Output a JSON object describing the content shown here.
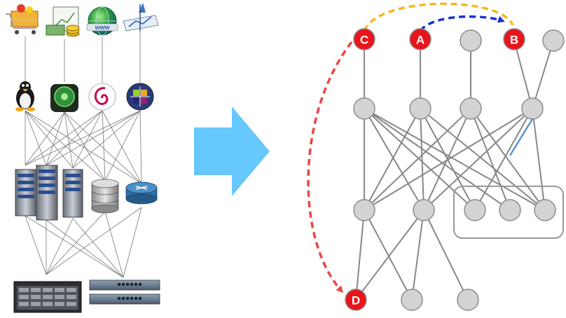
{
  "colors": {
    "edge_left": "#777777",
    "edge_right": "#888888",
    "node_fill": "#d3d3d3",
    "node_stroke": "#8c8c8c",
    "highlight_node": "#e8151c",
    "arrow_fill": "#66c8fb",
    "dashed_orange": "#f4b81e",
    "dashed_blue": "#1b2fd8",
    "dashed_red": "#ee4444",
    "accent_edge": "#5b8ed6"
  },
  "left_panel": {
    "applications": [
      "shopping-cart-icon",
      "finance-report-icon",
      "web-globe-icon",
      "analytics-chart-icon"
    ],
    "operating_systems": [
      "linux-tux-icon",
      "green-os-icon",
      "debian-icon",
      "centos-icon"
    ],
    "infrastructure": [
      "server-rack-icon",
      "server-tower-icon",
      "server-rack-small-icon",
      "database-icon",
      "router-icon"
    ],
    "hardware": [
      "storage-array-icon",
      "network-switch-icon"
    ]
  },
  "transform_arrow": "right-arrow",
  "right_graph": {
    "labels": {
      "C": "C",
      "A": "A",
      "B": "B",
      "D": "D"
    }
  }
}
